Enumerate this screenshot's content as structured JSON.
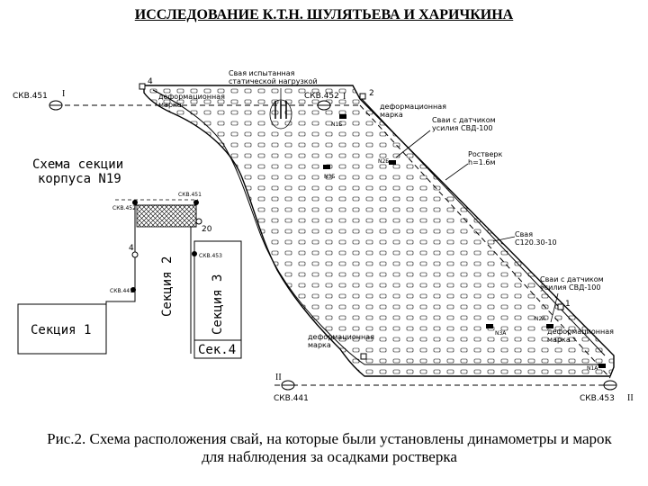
{
  "title": "ИССЛЕДОВАНИЕ К.Т.Н. ШУЛЯТЬЕВА И ХАРИЧКИНА",
  "caption_line1": "Рис.2. Схема расположения свай, на которые были установлены динамометры и марок",
  "caption_line2": "для наблюдения за осадками ростверка",
  "wells": {
    "skv451": "СКВ.451",
    "skv452": "СКВ.452",
    "skv441": "СКВ.441",
    "skv453": "СКВ.453"
  },
  "roman": {
    "I": "I",
    "II": "II"
  },
  "numbers": {
    "n1": "1",
    "n2": "2",
    "n4": "4",
    "n4b": "4",
    "n20": "20"
  },
  "piles": {
    "n1b": "N1Б",
    "n2b": "N2Б",
    "n3b": "N3Б",
    "n2a": "N2A",
    "n3a": "N3A",
    "n1a": "N1A"
  },
  "callouts": {
    "test_pile_line1": "Свая испытанная",
    "test_pile_line2": "статической нагрузкой",
    "mark": "деформационная",
    "mark_sub": "марка",
    "sensor_pile1_line1": "Сваи с датчиком",
    "sensor_pile1_line2": "усилия СВД-100",
    "grillage_line1": "Ростверк",
    "grillage_line2": "h=1.6м",
    "pile_line1": "Свая",
    "pile_line2": "С120.30-10",
    "sensor_pile2_line1": "Сваи с датчиком",
    "sensor_pile2_line2": "усилия СВД-100"
  },
  "scheme": {
    "title_line1": "Схема секции",
    "title_line2": "корпуса N19",
    "section1": "Секция 1",
    "section2": "Секция 2",
    "section3": "Секция 3",
    "section4": "Сек.4",
    "small_skv1": "СКВ.452",
    "small_skv2": "СКВ.451",
    "small_skv3": "СКВ.441",
    "small_skv4": "СКВ.453"
  },
  "colors": {
    "line": "#000000",
    "background": "#ffffff"
  }
}
